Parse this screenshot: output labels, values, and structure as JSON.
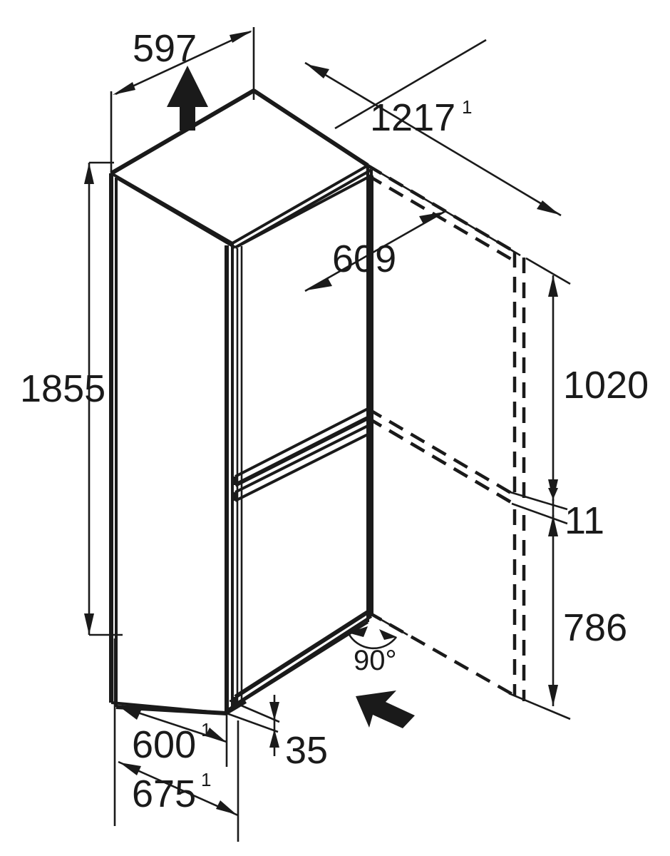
{
  "drawing": {
    "kind": "technical-dimension-drawing",
    "subject": "fridge-freezer isometric dimension diagram",
    "units": "mm",
    "background_color": "#ffffff",
    "line_color": "#1a1a1a"
  },
  "dimensions": {
    "depth_top": {
      "value": "597",
      "note": "",
      "label": "597"
    },
    "width_with_door_open": {
      "value": "1217",
      "note": "1",
      "label": "1217"
    },
    "door_width": {
      "value": "609",
      "note": "",
      "label": "609"
    },
    "total_height": {
      "value": "1855",
      "note": "",
      "label": "1855"
    },
    "upper_door_height": {
      "value": "1020",
      "note": "",
      "label": "1020"
    },
    "door_gap": {
      "value": "11",
      "note": "",
      "label": "11"
    },
    "lower_door_height": {
      "value": "786",
      "note": "",
      "label": "786"
    },
    "cabinet_width": {
      "value": "600",
      "note": "1",
      "label": "600"
    },
    "plinth_height": {
      "value": "35",
      "note": "",
      "label": "35"
    },
    "depth_with_handle": {
      "value": "675",
      "note": "1",
      "label": "675"
    },
    "door_open_angle": {
      "value": "90°",
      "note": "",
      "label": "90°"
    }
  },
  "annotations": {
    "footnote_marker": "1",
    "degree_symbol": "°",
    "up_arrow": "up-arrow-marker",
    "door_swing_arrow": "door-swing-arrow-marker"
  }
}
